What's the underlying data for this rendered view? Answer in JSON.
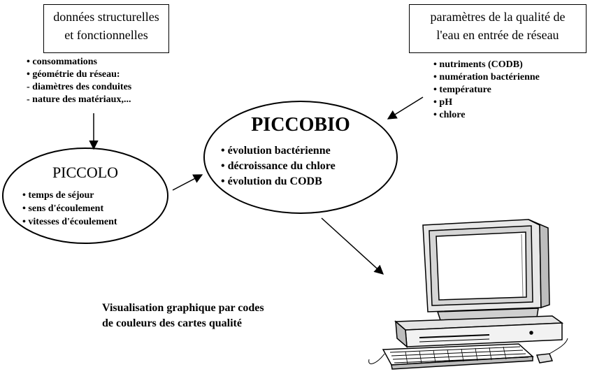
{
  "boxes": {
    "left": {
      "lines": [
        "données structurelles",
        "et fonctionnelles"
      ],
      "items": [
        "• consommations",
        "• géométrie du réseau:",
        "- diamètres des conduites",
        "- nature des matériaux,..."
      ]
    },
    "right": {
      "lines": [
        "paramètres de la qualité de",
        "l'eau en entrée de réseau"
      ],
      "items": [
        "• nutriments (CODB)",
        "• numération bactérienne",
        "• température",
        "• pH",
        "• chlore"
      ]
    }
  },
  "piccolo": {
    "title": "PICCOLO",
    "items": [
      "• temps de séjour",
      "• sens d'écoulement",
      "• vitesses d'écoulement"
    ]
  },
  "piccobio": {
    "title": "PICCOBIO",
    "items": [
      "• évolution bactérienne",
      "• décroissance du chlore",
      "• évolution du CODB"
    ]
  },
  "caption": {
    "line1": "Visualisation graphique par codes",
    "line2": "de couleurs des cartes qualité"
  },
  "icons": {
    "computer": "computer-icon"
  }
}
